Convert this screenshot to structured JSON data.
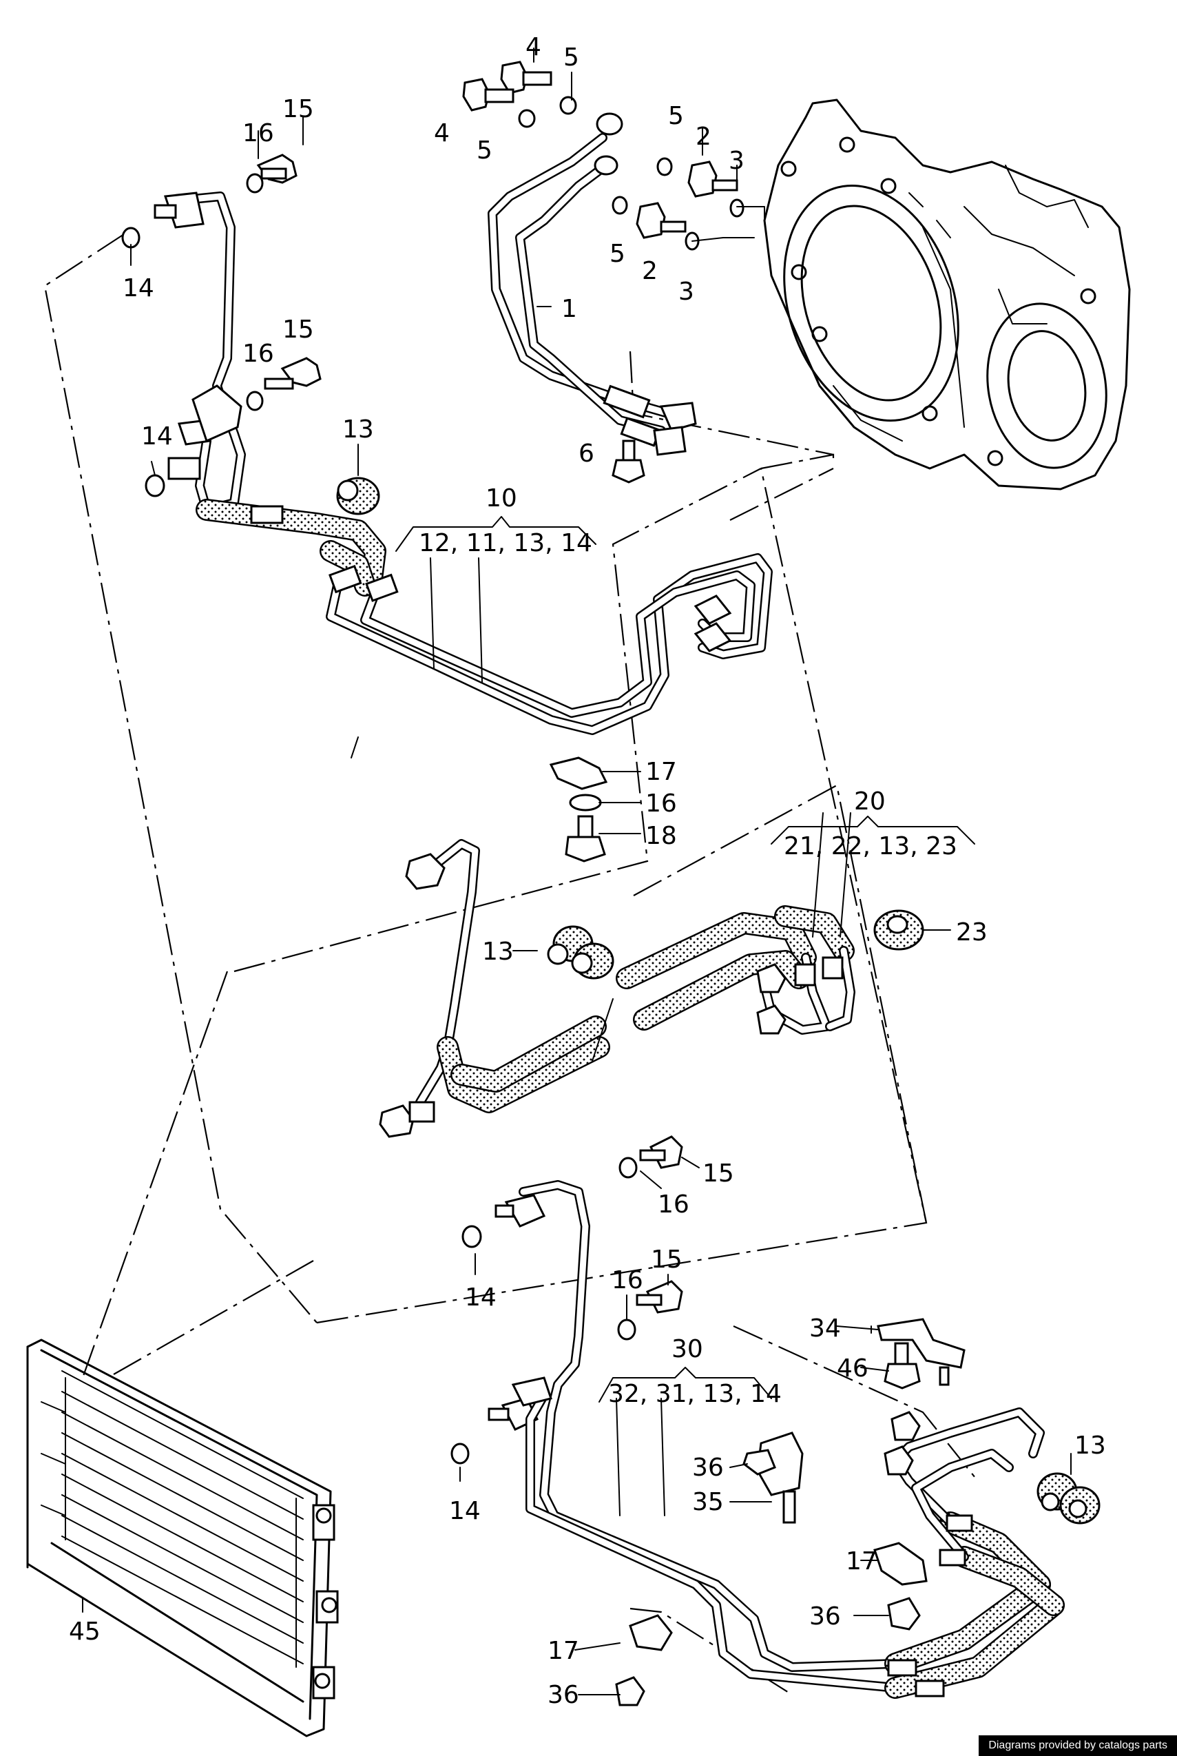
{
  "footer": {
    "credit": "Diagrams provided by catalogs parts"
  },
  "callouts": {
    "c1": "1",
    "c2a": "2",
    "c2b": "2",
    "c3a": "3",
    "c3b": "3",
    "c4a": "4",
    "c4b": "4",
    "c5a": "5",
    "c5b": "5",
    "c5c": "5",
    "c5d": "5",
    "c6": "6",
    "c10": "10",
    "c10_sub": "12, 11, 13, 14",
    "c13a": "13",
    "c13b": "13",
    "c13c": "13",
    "c14a": "14",
    "c14b": "14",
    "c14c": "14",
    "c14d": "14",
    "c15a": "15",
    "c15b": "15",
    "c15c": "15",
    "c15d": "15",
    "c16a": "16",
    "c16b": "16",
    "c16c": "16",
    "c16d": "16",
    "c16e": "16",
    "c17a": "17",
    "c17b": "17",
    "c17c": "17",
    "c18": "18",
    "c20": "20",
    "c20_sub": "21, 22, 13, 23",
    "c23": "23",
    "c30": "30",
    "c30_sub": "32, 31, 13, 14",
    "c34": "34",
    "c35": "35",
    "c36a": "36",
    "c36b": "36",
    "c36c": "36",
    "c45": "45",
    "c46": "46"
  }
}
